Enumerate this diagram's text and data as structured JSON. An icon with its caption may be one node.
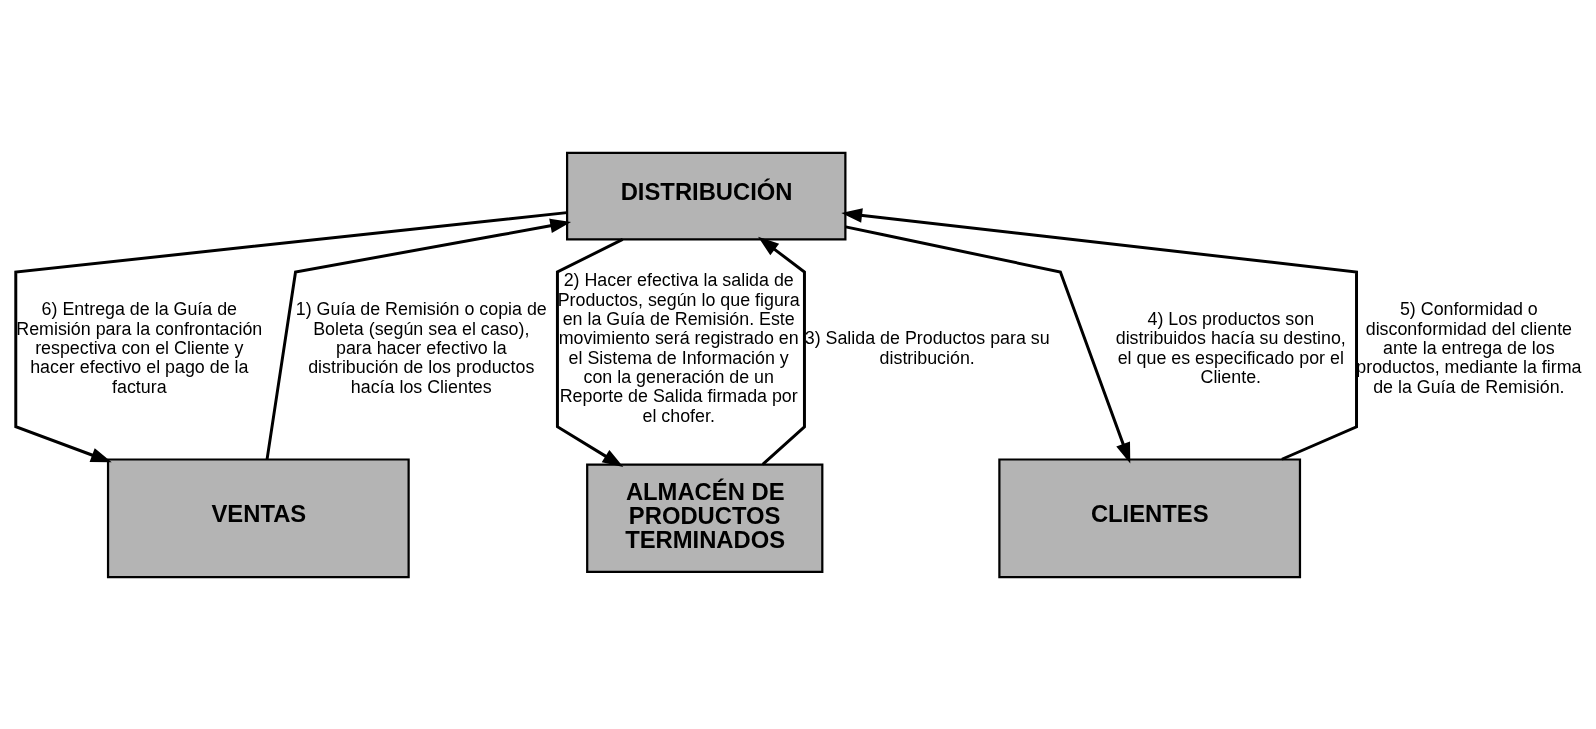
{
  "diagram": {
    "nodes": [
      {
        "text": [
          "DISTRIBUCIÓN"
        ]
      },
      {
        "text": [
          "ALMACÉN DE PRODUCTOS TERMINADOS"
        ]
      },
      {
        "text": [
          "VENTAS"
        ]
      },
      {
        "text": [
          "CLIENTES"
        ]
      }
    ],
    "edges": [
      {
        "from": 2,
        "to": 0,
        "arrow": "to",
        "label": "1) Guía de Remisión o copia de Boleta (según sea el caso), para hacer efectivo la distribución de los productos hacía los Clientes"
      },
      {
        "from": 0,
        "to": 1,
        "arrow": "to",
        "label": "2) Hacer efectiva la salida de Productos, según lo que figura en la Guía de Remisión. Este movimiento será registrado en el Sistema de Información y con la generación de un Reporte de Salida firmada por el chofer."
      },
      {
        "from": 1,
        "to": 0,
        "arrow": "to",
        "label": "3) Salida de Productos para su distribución."
      },
      {
        "from": 0,
        "to": 3,
        "arrow": "to",
        "label": "4) Los productos son distribuidos hacía su destino, el que es especificado por el Cliente."
      },
      {
        "from": 3,
        "to": 0,
        "arrow": "to",
        "label": "5) Conformidad o disconformidad del cliente ante la entrega de los productos, mediante la firma de la Guía de Remisión."
      },
      {
        "from": 0,
        "to": 2,
        "arrow": "to",
        "label": "6) Entrega de la Guía de Remisión para la confrontación respectiva con el Cliente y hacer efectivo el pago de la factura"
      }
    ]
  }
}
